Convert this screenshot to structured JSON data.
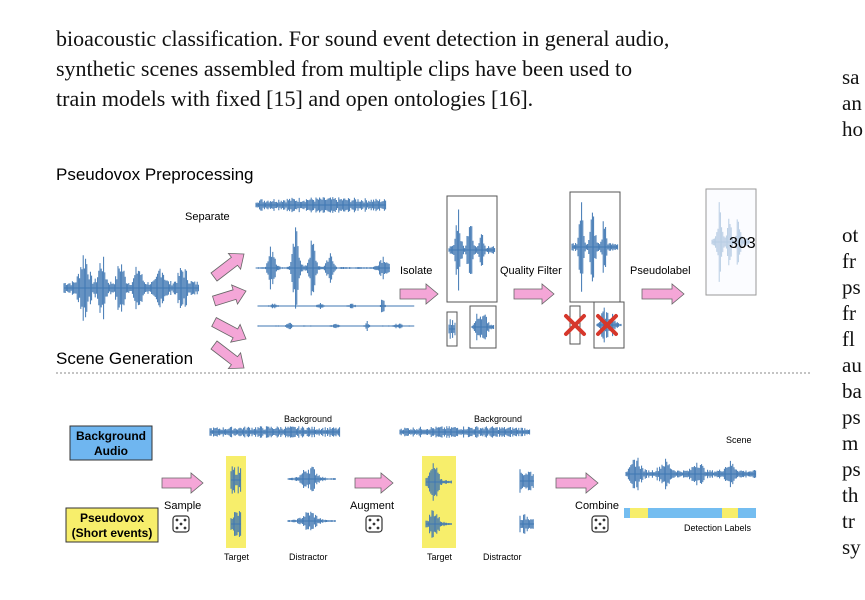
{
  "paragraph": {
    "lines": [
      "bioacoustic classification. For sound event detection in general audio,",
      "synthetic scenes assembled from multiple clips have been used to",
      "train models with fixed [15] and open ontologies [16]."
    ]
  },
  "right_column": {
    "top_lines": [
      "sa",
      "an",
      "ho"
    ],
    "lower_lines": [
      "ot",
      "fr",
      "ps",
      "fr",
      "fl",
      "au",
      "ba",
      "ps",
      "m",
      "ps",
      "th",
      "tr",
      "sy"
    ]
  },
  "figure": {
    "preprocessing": {
      "section_title": "Pseudovox Preprocessing",
      "separate_label": "Separate",
      "isolate_label": "Isolate",
      "quality_filter_label": "Quality Filter",
      "pseudolabel_label": "Pseudolabel",
      "pseudolabel_value": "303"
    },
    "scene_generation": {
      "section_title": "Scene Generation",
      "background_audio_box": [
        "Background",
        "Audio"
      ],
      "pseudovox_box": [
        "Pseudovox",
        "(Short events)"
      ],
      "background_label_1": "Background",
      "background_label_2": "Background",
      "sample_label": "Sample",
      "augment_label": "Augment",
      "combine_label": "Combine",
      "target_label_1": "Target",
      "distractor_label_1": "Distractor",
      "target_label_2": "Target",
      "distractor_label_2": "Distractor",
      "scene_label": "Scene",
      "detection_labels_label": "Detection Labels"
    },
    "colors": {
      "waveform": "#3f77b3",
      "arrow": "#f4a6d7",
      "target_highlight": "#f7ee6b",
      "background_box": "#6fb6f0",
      "pseudovox_box": "#f7ee6b",
      "reject": "#d6372b",
      "label_bar": "#74bdf0"
    }
  }
}
